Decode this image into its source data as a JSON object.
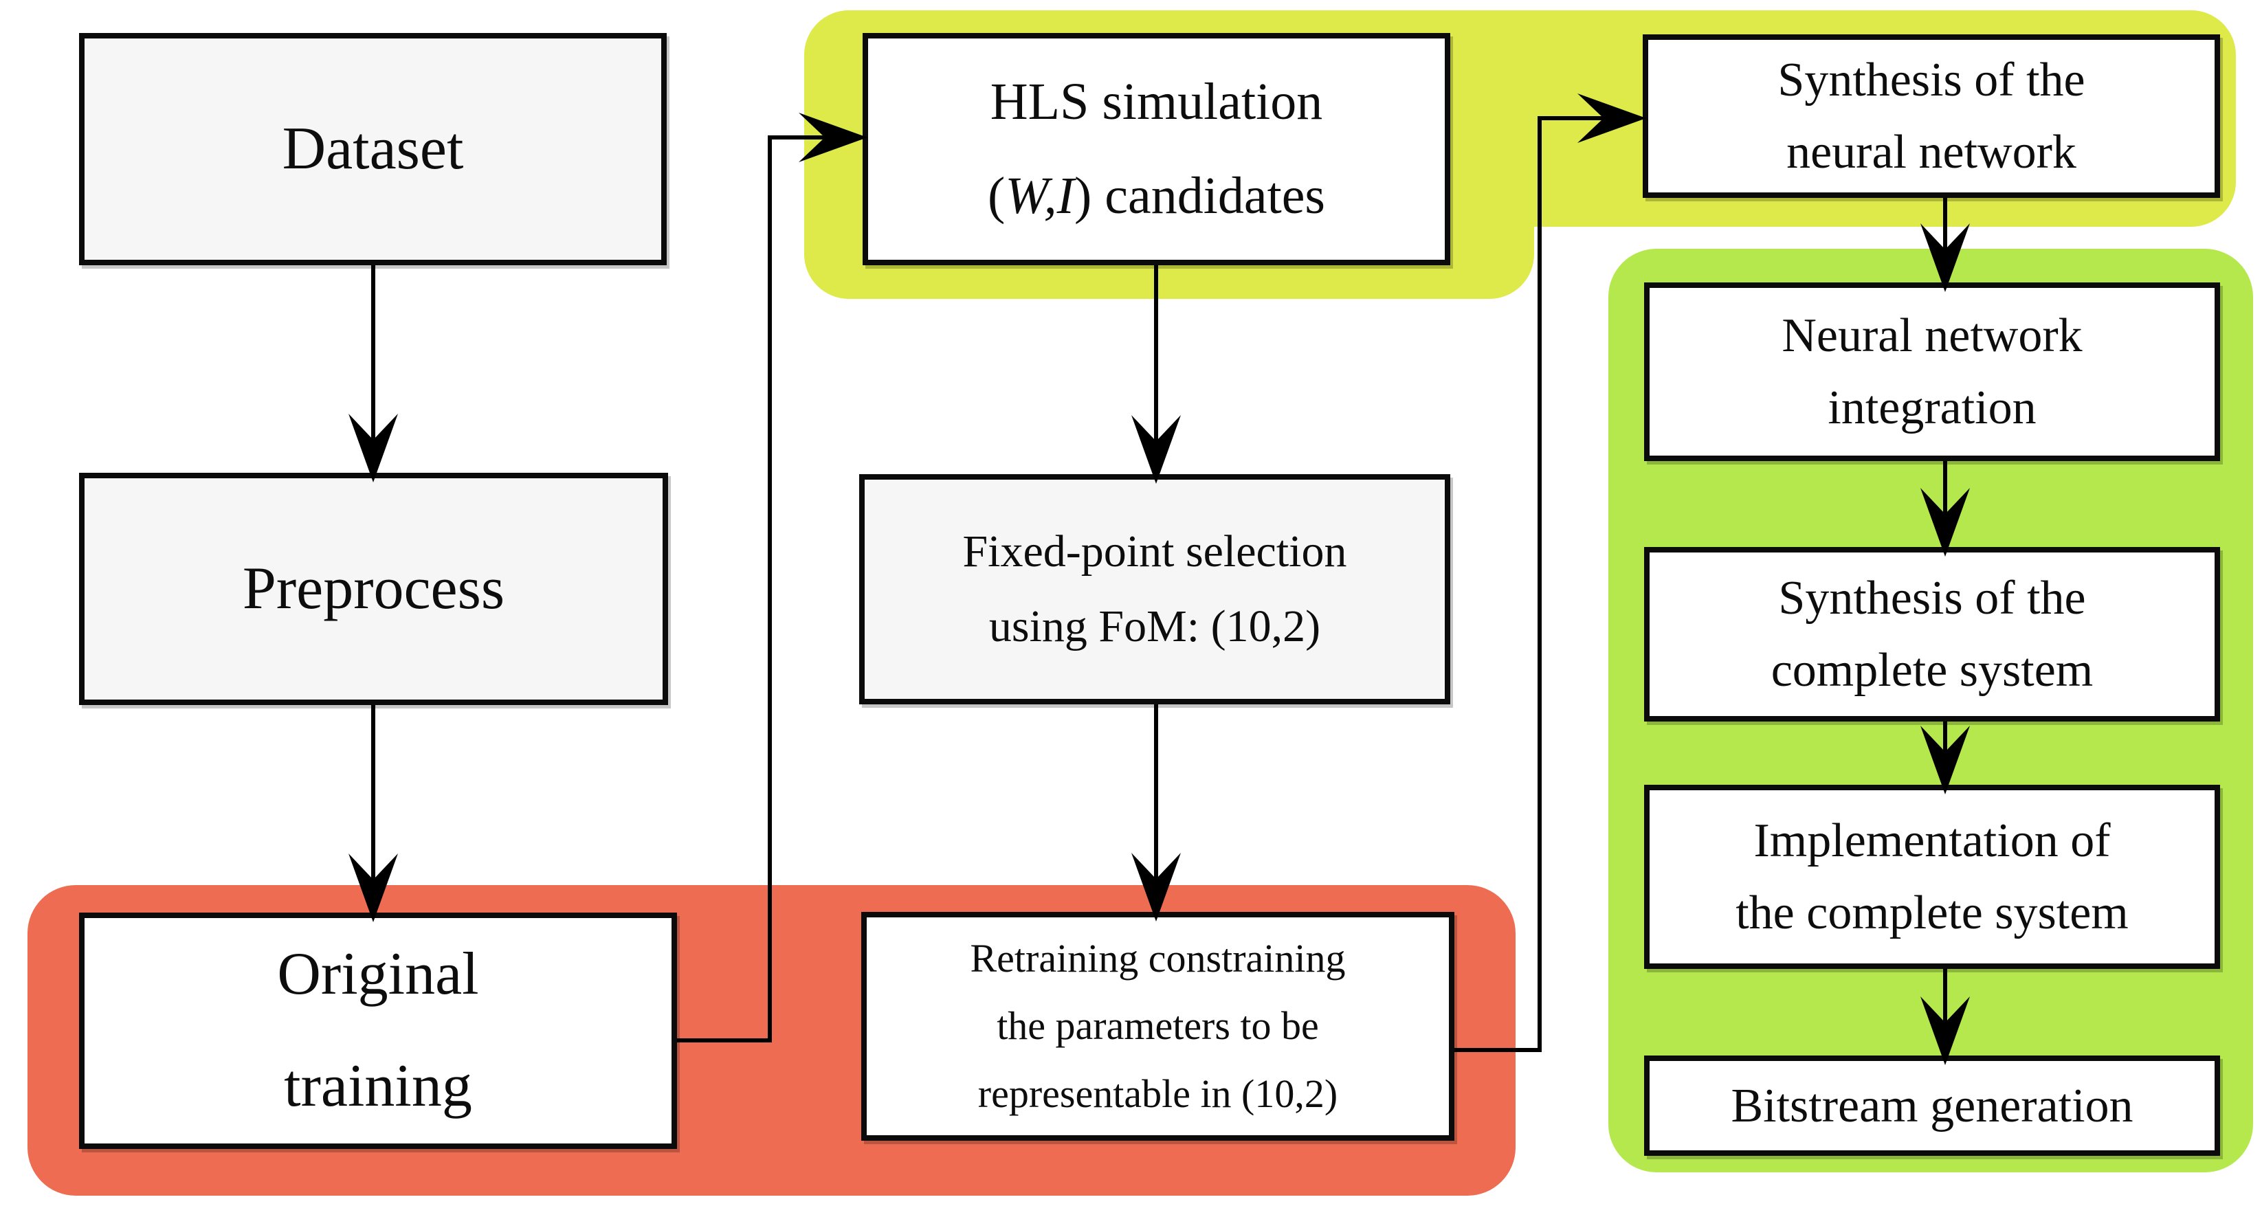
{
  "figure": {
    "type": "flowchart",
    "description": "FPGA neural network design flow with three highlighted stages",
    "colors": {
      "yellow_region": "#dee94a",
      "red_region": "#ee6c52",
      "green_region": "#b4e84c",
      "connector": "#000000",
      "box_border": "#0b0b0b",
      "box_fill": "#ffffff",
      "box_fill_plain": "#f6f6f6"
    },
    "boxes": {
      "dataset": {
        "label": "Dataset",
        "line1": "Dataset"
      },
      "preprocess": {
        "label": "Preprocess",
        "line1": "Preprocess"
      },
      "original_training": {
        "label": "Original training",
        "line1": "Original",
        "line2": "training"
      },
      "hls": {
        "label": "HLS simulation (W,I) candidates",
        "line1": "HLS simulation",
        "line2_pre": "(",
        "line2_italic": "W,I",
        "line2_post": ") candidates"
      },
      "fixed_point": {
        "label": "Fixed-point selection using FoM: (10,2)",
        "line1": "Fixed-point selection",
        "line2": "using FoM: (10,2)"
      },
      "retraining": {
        "label": "Retraining constraining the parameters to be representable in (10,2)",
        "line1": "Retraining constraining",
        "line2": "the parameters to be",
        "line3": "representable in (10,2)"
      },
      "synthesis_nn": {
        "label": "Synthesis of the neural network",
        "line1": "Synthesis of the",
        "line2": "neural network"
      },
      "nn_integration": {
        "label": "Neural network integration",
        "line1": "Neural network",
        "line2": "integration"
      },
      "synthesis_system": {
        "label": "Synthesis of the complete system",
        "line1": "Synthesis of the",
        "line2": "complete system"
      },
      "implementation": {
        "label": "Implementation of the complete system",
        "line1": "Implementation of",
        "line2": "the complete system"
      },
      "bitstream": {
        "label": "Bitstream generation",
        "line1": "Bitstream generation"
      }
    },
    "edges": [
      "Dataset -> Preprocess",
      "Preprocess -> Original training",
      "Original training -> HLS simulation (W,I) candidates",
      "HLS simulation (W,I) candidates -> Fixed-point selection using FoM: (10,2)",
      "Fixed-point selection using FoM: (10,2) -> Retraining constraining the parameters to be representable in (10,2)",
      "Retraining constraining the parameters to be representable in (10,2) -> Synthesis of the neural network",
      "Synthesis of the neural network -> Neural network integration",
      "Neural network integration -> Synthesis of the complete system",
      "Synthesis of the complete system -> Implementation of the complete system",
      "Implementation of the complete system -> Bitstream generation"
    ]
  }
}
